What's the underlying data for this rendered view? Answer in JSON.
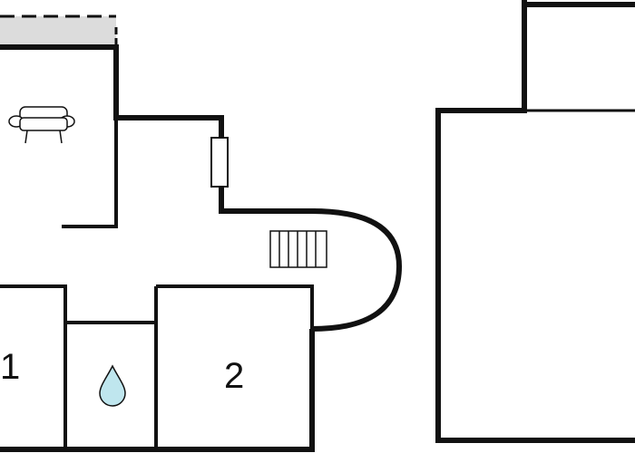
{
  "rooms": [
    {
      "id": "bedroom-1",
      "label": "1"
    },
    {
      "id": "bedroom-2",
      "label": "2"
    }
  ],
  "icons": {
    "living_area": "sofa-icon",
    "bathroom": "water-drop-icon",
    "stairs": "stairs-icon",
    "door": "door-icon"
  },
  "colors": {
    "wall": "#111111",
    "terrace": "#dcdcdc",
    "water": "#bfe6ee",
    "background": "#ffffff"
  }
}
